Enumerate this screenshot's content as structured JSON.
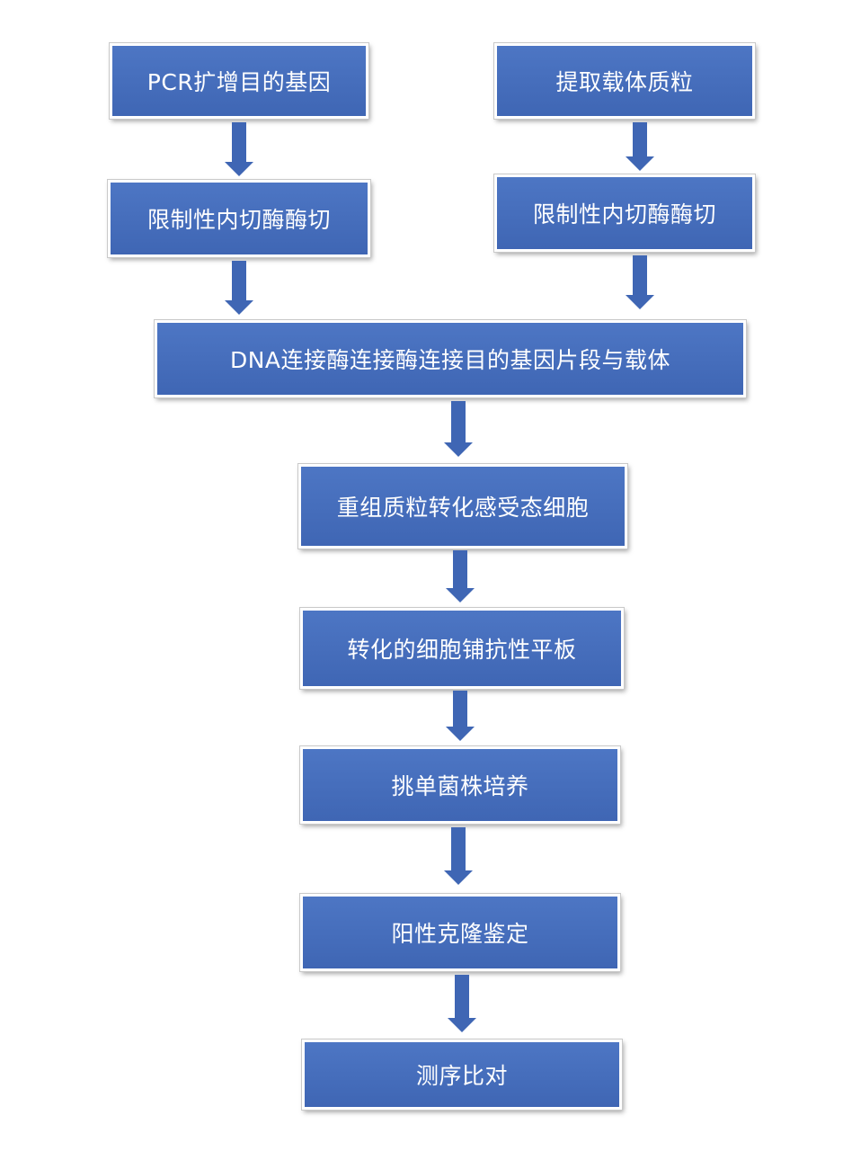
{
  "flowchart": {
    "steps": {
      "pcr_amplify": "PCR扩增目的基因",
      "extract_vector": "提取载体质粒",
      "digest_gene": "限制性内切酶酶切",
      "digest_vector": "限制性内切酶酶切",
      "ligation": "DNA连接酶连接酶连接目的基因片段与载体",
      "transformation": "重组质粒转化感受态细胞",
      "plating": "转化的细胞铺抗性平板",
      "colony_culture": "挑单菌株培养",
      "positive_clone": "阳性克隆鉴定",
      "sequencing": "测序比对"
    },
    "colors": {
      "box_fill": "#4068b6",
      "box_border": "#ffffff",
      "arrow": "#3f66b4",
      "text": "#ffffff"
    }
  }
}
